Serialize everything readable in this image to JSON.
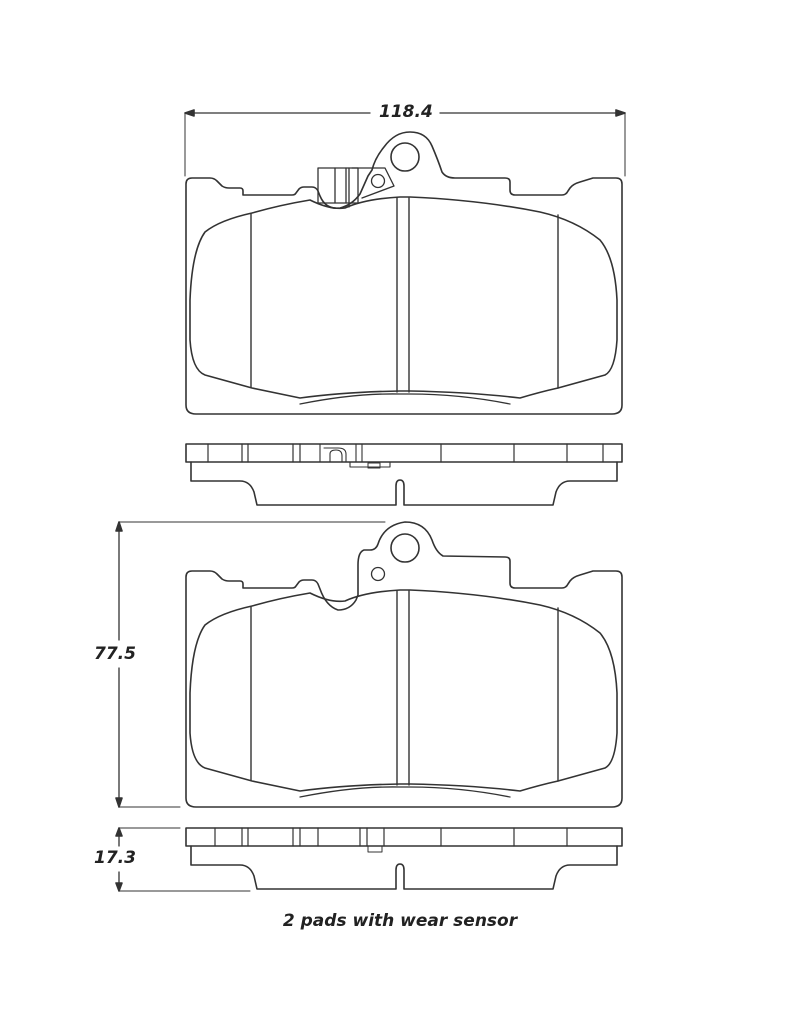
{
  "diagram": {
    "title": "Brake pad technical drawing",
    "dimensions": {
      "width": "118.4",
      "height": "77.5",
      "thickness": "17.3"
    },
    "units_hint": "mm",
    "caption": "2 pads with wear sensor",
    "views": [
      {
        "name": "pad-1-front-view",
        "has_wear_sensor": true
      },
      {
        "name": "pad-1-side-view",
        "has_wear_sensor": true
      },
      {
        "name": "pad-2-front-view",
        "has_wear_sensor": false
      },
      {
        "name": "pad-2-side-view",
        "has_wear_sensor": false
      }
    ],
    "colors": {
      "line": "#333333",
      "background": "#ffffff",
      "text": "#222222"
    }
  }
}
